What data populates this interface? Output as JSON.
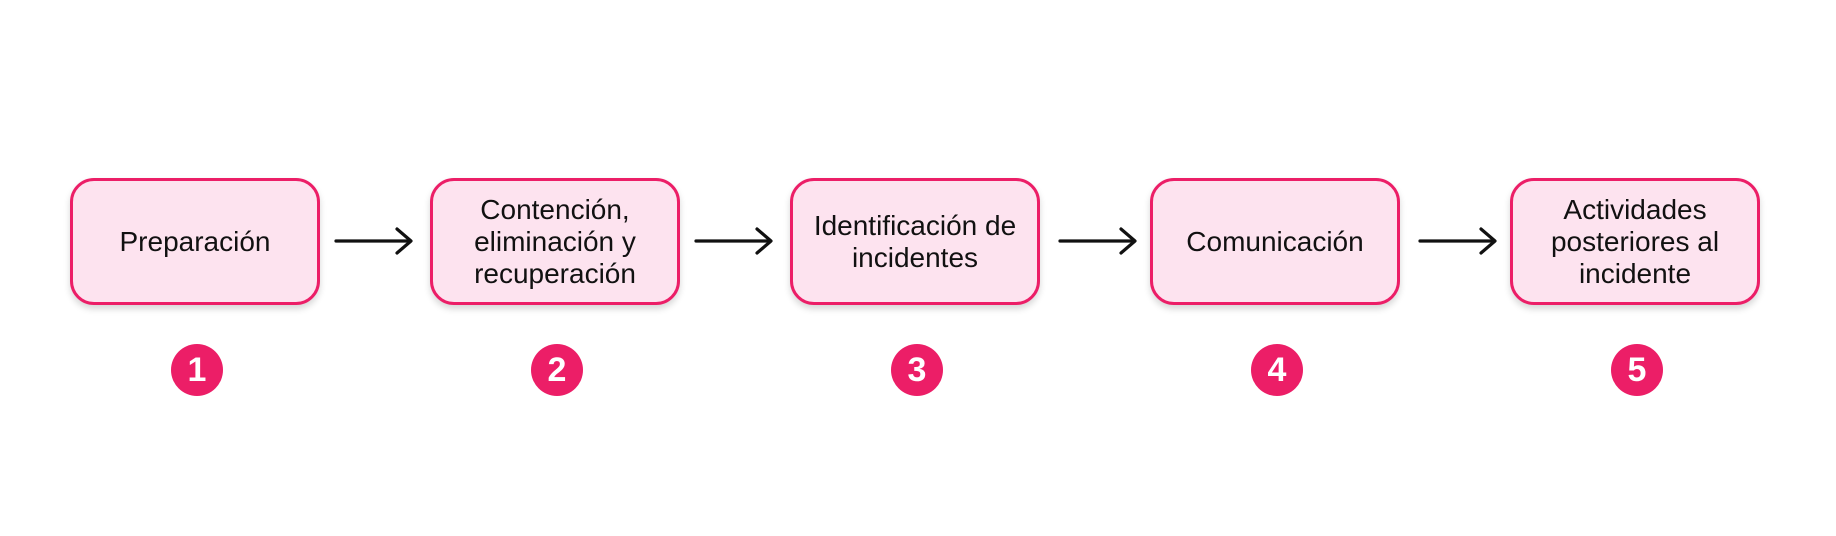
{
  "diagram": {
    "accent_color": "#ec1e67",
    "box_fill_color": "#fde3ef",
    "arrow_color": "#111111",
    "steps": [
      {
        "label": "Preparación",
        "number": "1"
      },
      {
        "label": "Contención,\neliminación y\nrecuperación",
        "number": "2"
      },
      {
        "label": "Identificación de\nincidentes",
        "number": "3"
      },
      {
        "label": "Comunicación",
        "number": "4"
      },
      {
        "label": "Actividades\nposteriores al\nincidente",
        "number": "5"
      }
    ],
    "connectors": [
      {
        "from": "1",
        "to": "2"
      },
      {
        "from": "2",
        "to": "3"
      },
      {
        "from": "3",
        "to": "4"
      },
      {
        "from": "4",
        "to": "5"
      }
    ]
  }
}
